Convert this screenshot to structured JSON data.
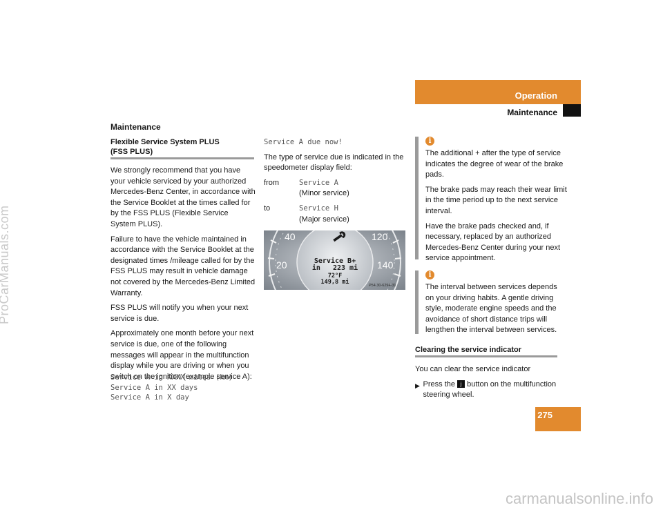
{
  "watermarks": {
    "side": "ProCarManuals.com",
    "bottom": "carmanualsonline.info"
  },
  "header": {
    "section": "Operation",
    "subsection": "Maintenance",
    "page_number": "275"
  },
  "column1": {
    "title": "Maintenance",
    "subtitle": [
      "Flexible Service System PLUS",
      "(FSS PLUS)"
    ],
    "paragraphs": [
      "We strongly recommend that you have your vehicle serviced by your authorized Mercedes-Benz Center, in accordance with the Service Booklet at the times called for by the FSS PLUS (Flexible Service System PLUS).",
      "Failure to have the vehicle maintained in accordance with the Service Booklet at the designated times /mileage called for by the FSS PLUS may result in vehicle damage not covered by the Mercedes-Benz Limited Warranty.",
      "FSS PLUS will notify you when your next service is due.",
      "Approximately one month before your next service is due, one of the following messages will appear in the multifunction display while you are driving or when you switch on the ignition (example service A):"
    ],
    "mono_lines": [
      "Service A in XXXX miles (km)",
      "Service A in XX days",
      "Service A in X day"
    ]
  },
  "column2": {
    "mono_due": "Service A due now!",
    "intro": "The type of service due is indicated in the speedometer display field:",
    "from_label": "from",
    "from_value": "Service A",
    "from_desc": "(Minor service)",
    "to_label": "to",
    "to_value": "Service H",
    "to_desc": "(Major service)"
  },
  "speedometer": {
    "left_marks": [
      "40",
      "20"
    ],
    "right_marks": [
      "120",
      "140"
    ],
    "service_line1": "Service B+",
    "service_line2": "in   223 mi",
    "temp": "72°F",
    "odometer": "149,8 mi",
    "code": "P54.30-6294-31"
  },
  "column3": {
    "note1": [
      "The additional + after the type of service indicates the degree of wear of the brake pads.",
      "The brake pads may reach their wear limit in the time period up to the next service interval.",
      "Have the brake pads checked and, if necessary, replaced by an authorized Mercedes-Benz Center during your next service appointment."
    ],
    "note2": "The interval between services depends on your driving habits. A gentle driving style, moderate engine speeds and the avoidance of short distance trips will lengthen the interval between services.",
    "clear_title": "Clearing the service indicator",
    "clear_intro": "You can clear the service indicator",
    "bullet_pre": "Press the",
    "bullet_key": "j",
    "bullet_post": "button on the multifunction steering wheel."
  },
  "colors": {
    "accent": "#e28a2e",
    "rule": "#9a9a9a",
    "dark": "#111111"
  }
}
